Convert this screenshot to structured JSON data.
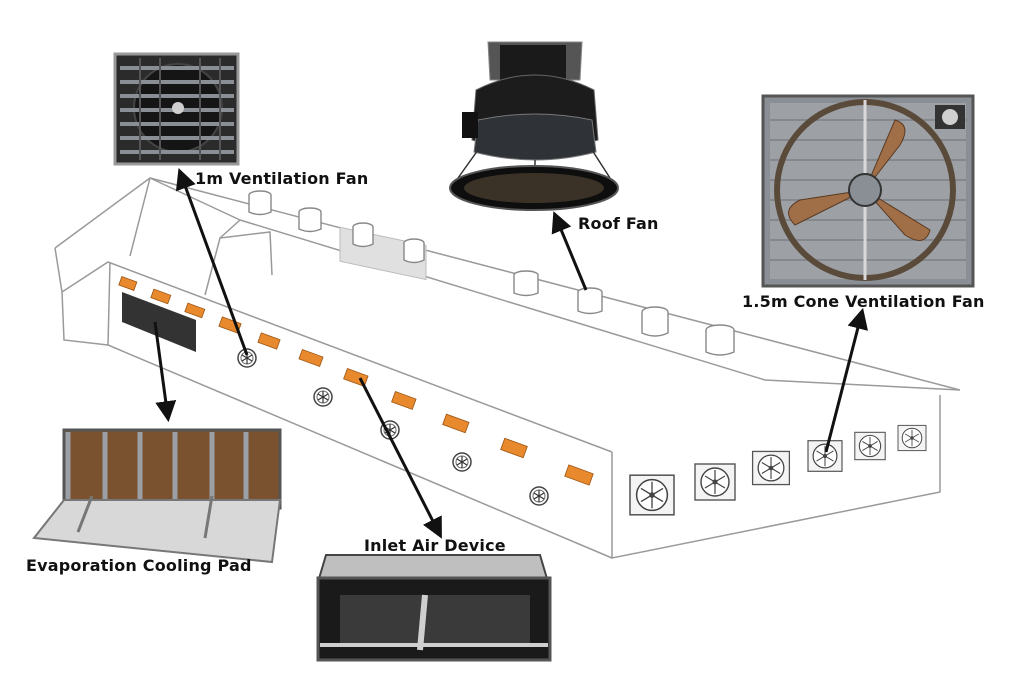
{
  "labels": {
    "ventilation_fan_1m": "1m Ventilation Fan",
    "roof_fan": "Roof Fan",
    "cone_fan_15m": "1.5m Cone Ventilation Fan",
    "cooling_pad": "Evaporation Cooling Pad",
    "inlet_air": "Inlet Air Device"
  },
  "colors": {
    "outline": "#9a9a9a",
    "inlet_orange": "#e8892e",
    "arrow": "#111111",
    "photo_dark": "#2c2c2c",
    "photo_metal": "#8a8f95",
    "pad_brown": "#8b5a2b"
  }
}
